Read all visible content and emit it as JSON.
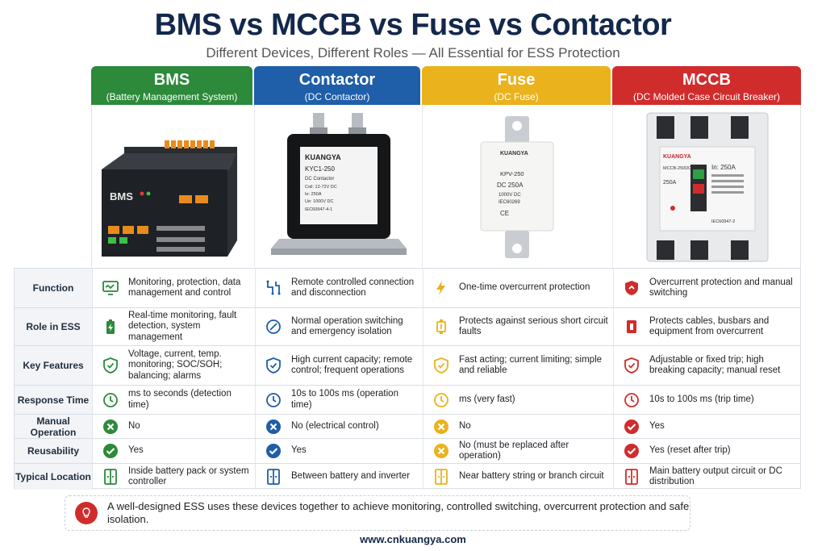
{
  "title": "BMS vs MCCB vs Fuse vs Contactor",
  "subtitle": "Different Devices, Different Roles — All Essential for ESS Protection",
  "columns": [
    {
      "name": "BMS",
      "sub": "(Battery Management System)",
      "color": "#2c8a3a"
    },
    {
      "name": "Contactor",
      "sub": "(DC Contactor)",
      "color": "#1f5ea8"
    },
    {
      "name": "Fuse",
      "sub": "(DC Fuse)",
      "color": "#eab21c"
    },
    {
      "name": "MCCB",
      "sub": "(DC Molded Case Circuit Breaker)",
      "color": "#d12c2c"
    }
  ],
  "device_labels": {
    "bms": "BMS",
    "contactor_brand": "KUANGYA",
    "contactor_model": "KYC1-250",
    "contactor_type": "DC Contactor",
    "contactor_coil": "Coil: 12-72V DC",
    "contactor_ie": "Ie: 250A",
    "contactor_ue": "Ue: 1000V DC",
    "contactor_std": "IEC60947-4-1",
    "fuse_brand": "KUANGYA",
    "fuse_model": "KPV-250",
    "fuse_rating": "DC 250A",
    "fuse_volt": "1000V DC",
    "fuse_std": "IEC60269",
    "mccb_brand": "KUANGYA",
    "mccb_model": "MCCB-250DC",
    "mccb_in": "In: 250A",
    "mccb_rating": "250A",
    "mccb_std": "IEC60947-2"
  },
  "rows": [
    {
      "label": "Function",
      "cells": [
        "Monitoring, protection, data management and control",
        "Remote controlled connection and disconnection",
        "One-time overcurrent protection",
        "Overcurrent protection and manual switching"
      ]
    },
    {
      "label": "Role in ESS",
      "cells": [
        "Real-time monitoring, fault detection, system management",
        "Normal operation switching and emergency isolation",
        "Protects against serious short circuit faults",
        "Protects cables, busbars and equipment from overcurrent"
      ]
    },
    {
      "label": "Key Features",
      "cells": [
        "Voltage, current, temp. monitoring; SOC/SOH; balancing; alarms",
        "High current capacity; remote control; frequent operations",
        "Fast acting; current limiting; simple and reliable",
        "Adjustable or fixed trip; high breaking capacity; manual reset"
      ]
    },
    {
      "label": "Response Time",
      "cells": [
        "ms to seconds (detection time)",
        "10s to 100s ms (operation time)",
        "ms (very fast)",
        "10s to 100s ms (trip time)"
      ]
    },
    {
      "label": "Manual Operation",
      "cells": [
        "No",
        "No (electrical control)",
        "No",
        "Yes"
      ]
    },
    {
      "label": "Reusability",
      "cells": [
        "Yes",
        "Yes",
        "No (must be replaced after operation)",
        "Yes (reset after trip)"
      ]
    },
    {
      "label": "Typical Location",
      "cells": [
        "Inside battery pack or system controller",
        "Between battery and inverter",
        "Near battery string or branch circuit",
        "Main battery output circuit or DC distribution"
      ]
    }
  ],
  "note": "A well-designed ESS uses these devices together to achieve monitoring, controlled switching, overcurrent protection and safe isolation.",
  "footer": "www.cnkuangya.com"
}
